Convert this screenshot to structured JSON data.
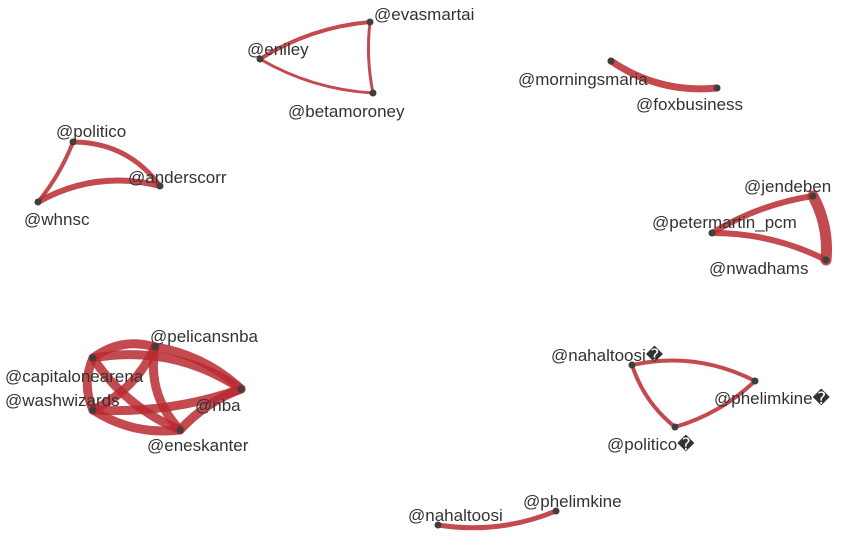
{
  "graph": {
    "type": "network",
    "edge_color": "#b92a30",
    "node_color": "#3f3f3f",
    "label_color": "#333333",
    "components": [
      {
        "nodes": [
          "@evasmartai",
          "@eniley",
          "@betamoroney"
        ],
        "edges": [
          [
            "@eniley",
            "@evasmartai"
          ],
          [
            "@eniley",
            "@betamoroney"
          ],
          [
            "@evasmartai",
            "@betamoroney"
          ]
        ]
      },
      {
        "nodes": [
          "@morningsmaria",
          "@foxbusiness"
        ],
        "edges": [
          [
            "@morningsmaria",
            "@foxbusiness"
          ]
        ]
      },
      {
        "nodes": [
          "@politico",
          "@anderscorr",
          "@whnsc"
        ],
        "edges": [
          [
            "@politico",
            "@anderscorr"
          ],
          [
            "@politico",
            "@whnsc"
          ],
          [
            "@whnsc",
            "@anderscorr"
          ]
        ]
      },
      {
        "nodes": [
          "@jendeben",
          "@petermartin_pcm",
          "@nwadhams"
        ],
        "edges": [
          [
            "@jendeben",
            "@petermartin_pcm"
          ],
          [
            "@jendeben",
            "@nwadhams"
          ],
          [
            "@petermartin_pcm",
            "@nwadhams"
          ]
        ]
      },
      {
        "nodes": [
          "@pelicansnba",
          "@capitalonearena",
          "@washwizards",
          "@nba",
          "@eneskanter"
        ],
        "edges": [
          [
            "@capitalonearena",
            "@pelicansnba"
          ],
          [
            "@capitalonearena",
            "@nba"
          ],
          [
            "@capitalonearena",
            "@eneskanter"
          ],
          [
            "@capitalonearena",
            "@washwizards"
          ],
          [
            "@washwizards",
            "@pelicansnba"
          ],
          [
            "@washwizards",
            "@nba"
          ],
          [
            "@washwizards",
            "@eneskanter"
          ],
          [
            "@pelicansnba",
            "@nba"
          ],
          [
            "@pelicansnba",
            "@eneskanter"
          ],
          [
            "@nba",
            "@eneskanter"
          ]
        ]
      },
      {
        "nodes": [
          "@nahaltoosi�",
          "@phelimkine�",
          "@politico�"
        ],
        "edges": [
          [
            "@nahaltoosi�",
            "@phelimkine�"
          ],
          [
            "@nahaltoosi�",
            "@politico�"
          ],
          [
            "@phelimkine�",
            "@politico�"
          ]
        ]
      },
      {
        "nodes": [
          "@nahaltoosi",
          "@phelimkine"
        ],
        "edges": [
          [
            "@nahaltoosi",
            "@phelimkine"
          ]
        ]
      }
    ]
  }
}
